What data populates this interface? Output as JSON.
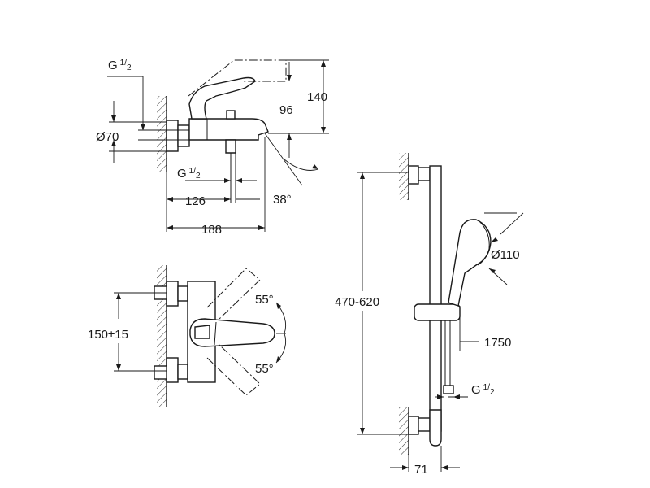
{
  "dims": {
    "thread_top": "G",
    "thread_top_frac": "1/",
    "thread_top_den": "2",
    "diameter_70": "Ø70",
    "height_96": "96",
    "height_140": "140",
    "thread_bottom": "G",
    "thread_bottom_frac": "1/",
    "thread_bottom_den": "2",
    "len_126": "126",
    "len_188": "188",
    "angle_38": "38°",
    "angle_55_top": "55°",
    "angle_55_bottom": "55°",
    "center_150": "150±15",
    "rail_470_620": "470-620",
    "diameter_110": "Ø110",
    "hose_1750": "1750",
    "thread_hose": "G",
    "thread_hose_frac": "1/",
    "thread_hose_den": "2",
    "depth_71": "71"
  }
}
